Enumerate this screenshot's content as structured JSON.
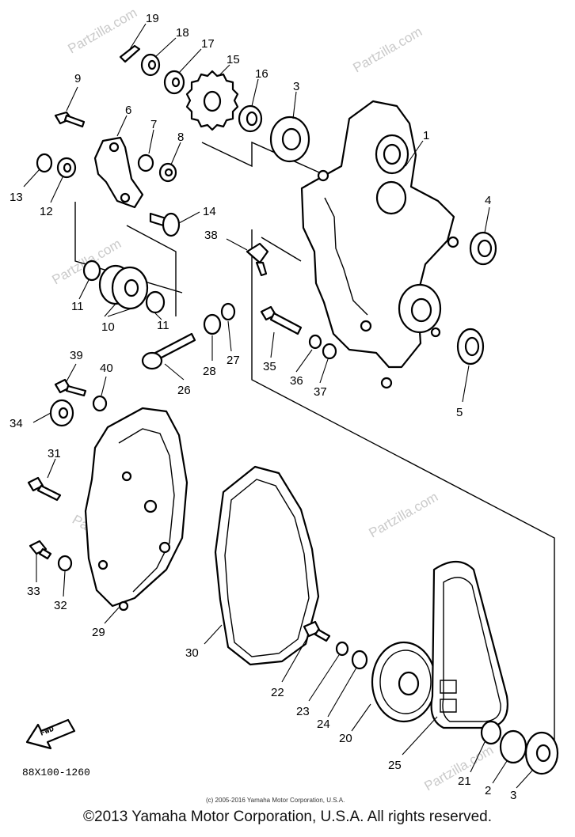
{
  "watermark": "Partzilla.com",
  "diagram_code": "88X100-1260",
  "fwd_label": "FWD",
  "small_copyright": "(c) 2005-2016 Yamaha Motor Corporation, U.S.A.",
  "copyright": "©2013 Yamaha Motor Corporation, U.S.A. All rights reserved.",
  "callouts": [
    "19",
    "18",
    "17",
    "15",
    "16",
    "3",
    "1",
    "9",
    "6",
    "7",
    "8",
    "13",
    "12",
    "14",
    "4",
    "38",
    "11",
    "10",
    "11",
    "26",
    "28",
    "27",
    "35",
    "36",
    "37",
    "5",
    "39",
    "40",
    "34",
    "31",
    "33",
    "32",
    "29",
    "30",
    "22",
    "23",
    "24",
    "20",
    "25",
    "21",
    "2",
    "3"
  ]
}
